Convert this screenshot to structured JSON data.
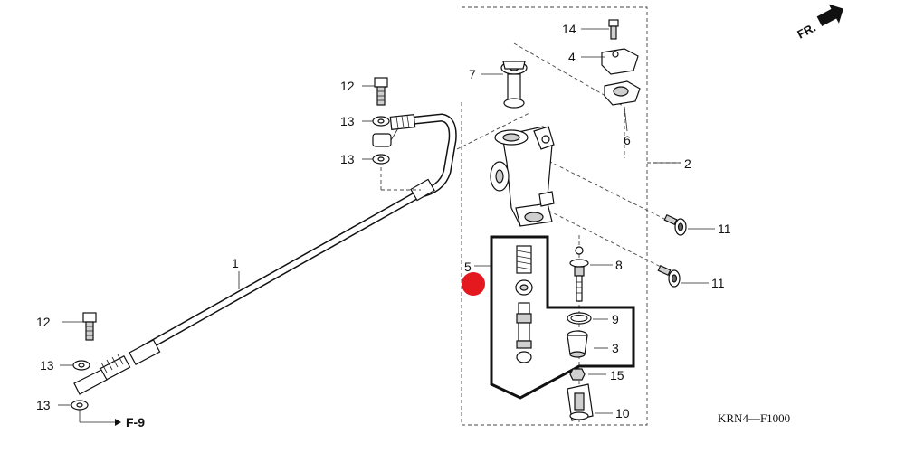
{
  "callouts": [
    {
      "id": "c1",
      "text": "1"
    },
    {
      "id": "c2",
      "text": "2"
    },
    {
      "id": "c3",
      "text": "3"
    },
    {
      "id": "c4",
      "text": "4"
    },
    {
      "id": "c5",
      "text": "5"
    },
    {
      "id": "c6",
      "text": "6"
    },
    {
      "id": "c7",
      "text": "7"
    },
    {
      "id": "c8",
      "text": "8"
    },
    {
      "id": "c9",
      "text": "9"
    },
    {
      "id": "c10",
      "text": "10"
    },
    {
      "id": "c11a",
      "text": "11"
    },
    {
      "id": "c11b",
      "text": "11"
    },
    {
      "id": "c12a",
      "text": "12"
    },
    {
      "id": "c12b",
      "text": "12"
    },
    {
      "id": "c13a",
      "text": "13"
    },
    {
      "id": "c13b",
      "text": "13"
    },
    {
      "id": "c13c",
      "text": "13"
    },
    {
      "id": "c13d",
      "text": "13"
    },
    {
      "id": "c14",
      "text": "14"
    },
    {
      "id": "c15",
      "text": "15"
    }
  ],
  "diagram_code": "KRN4—F1000",
  "reference": "F-9",
  "front_marker": "FR.",
  "colors": {
    "line": "#111111",
    "marker": "#e3191f",
    "background": "#ffffff"
  }
}
